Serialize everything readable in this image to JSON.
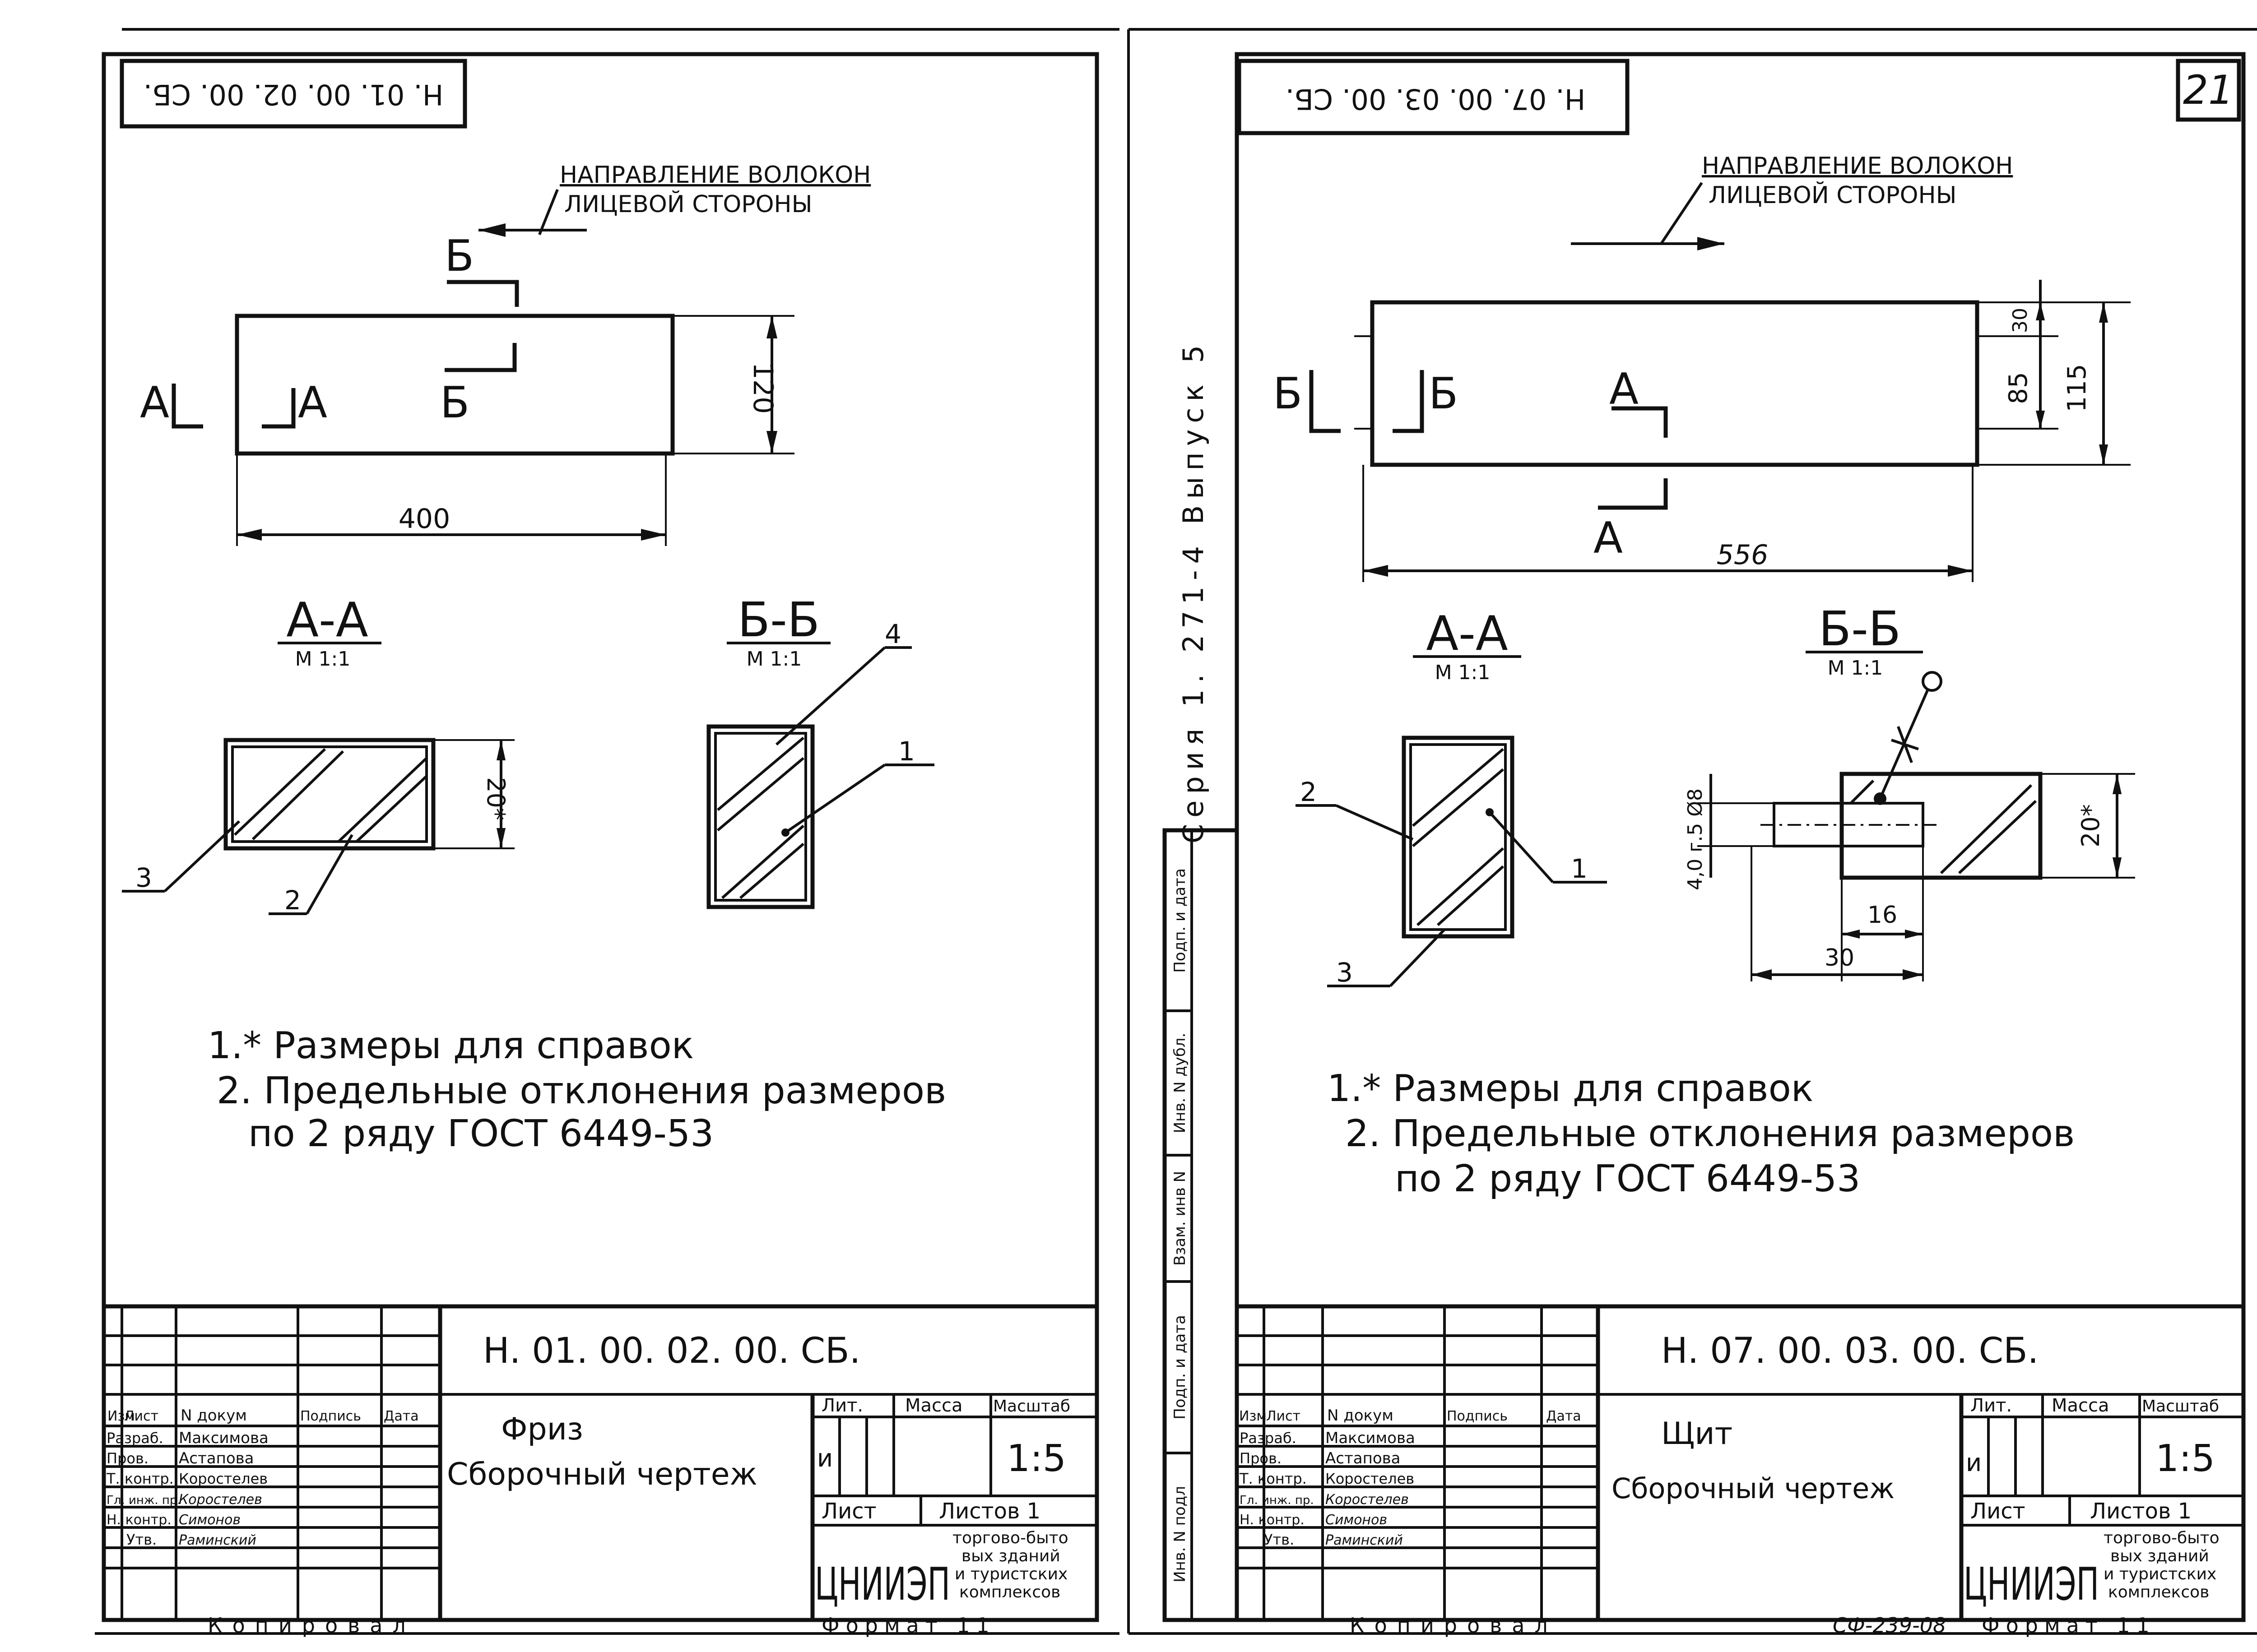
{
  "page_number": "21",
  "series_label": "Серия 1. 271-4 Выпуск 5",
  "side_stamp": [
    "Инв. N подл",
    "Подп. и дата",
    "Взам. инв N",
    "Инв. N дубл.",
    "Подп. и дата"
  ],
  "sheets": [
    {
      "top_code": "Н. 01. 00. 02. 00. СБ.",
      "fiber_label_1": "НАПРАВЛЕНИЕ ВОЛОКОН",
      "fiber_label_2": "ЛИЦЕВОЙ СТОРОНЫ",
      "dim_length": "400",
      "dim_height": "120",
      "cut_a": "А",
      "cut_b": "Б",
      "section_aa": "А-А",
      "section_bb": "Б-Б",
      "scale_aa": "М 1:1",
      "scale_bb": "М 1:1",
      "dim_thickness": "20*",
      "callouts": [
        "4",
        "1",
        "3",
        "2"
      ],
      "notes": [
        "1.* Размеры для справок",
        "2. Предельные отклонения размеров",
        "по 2 ряду ГОСТ 6449-53"
      ],
      "title_block": {
        "code": "Н. 01. 00. 02. 00. СБ.",
        "name_1": "Фриз",
        "name_2": "Сборочный чертеж",
        "col_izm": "Изм",
        "col_list": "Лист",
        "col_ndokum": "N докум",
        "col_podpis": "Подпись",
        "col_data": "Дата",
        "roles": [
          "Разраб.",
          "Пров.",
          "Т. контр.",
          "Гл. инж. пр.",
          "Н. контр.",
          "Утв."
        ],
        "people": [
          "Максимова",
          "Астапова",
          "Коростелев",
          "Коростелев",
          "Симонов",
          "Раминский"
        ],
        "lit_label": "Лит.",
        "mass_label": "Масса",
        "scale_label": "Масштаб",
        "lit_value": "и",
        "scale_value": "1:5",
        "sheet_label": "Лист",
        "sheets_label": "Листов 1",
        "org": "ЦНИИЭП",
        "org_desc": [
          "торгово-быто",
          "вых зданий",
          "и туристских",
          "комплексов"
        ],
        "copied": "Копировал",
        "format": "Формат 11"
      }
    },
    {
      "top_code": "Н. 07. 00. 03. 00. СБ.",
      "fiber_label_1": "НАПРАВЛЕНИЕ ВОЛОКОН",
      "fiber_label_2": "ЛИЦЕВОЙ СТОРОНЫ",
      "dim_length": "556",
      "dim_height": "115",
      "dim_h2": "85",
      "dim_h3": "30",
      "cut_a": "А",
      "cut_b": "Б",
      "section_aa": "А-А",
      "section_bb": "Б-Б",
      "scale_aa": "М 1:1",
      "scale_bb": "М 1:1",
      "dim_thickness": "20*",
      "dim_pin": "4,0 г.5 Ø8",
      "dim_16": "16",
      "dim_30": "30",
      "callouts": [
        "2",
        "1",
        "3"
      ],
      "notes": [
        "1.* Размеры для справок",
        "2. Предельные отклонения размеров",
        "по 2 ряду ГОСТ 6449-53"
      ],
      "title_block": {
        "code": "Н. 07. 00. 03. 00. СБ.",
        "name_1": "Щит",
        "name_2": "Сборочный чертеж",
        "col_izm": "Изм",
        "col_list": "Лист",
        "col_ndokum": "N докум",
        "col_podpis": "Подпись",
        "col_data": "Дата",
        "roles": [
          "Разраб.",
          "Пров.",
          "Т. контр.",
          "Гл. инж. пр.",
          "Н. контр.",
          "Утв."
        ],
        "people": [
          "Максимова",
          "Астапова",
          "Коростелев",
          "Коростелев",
          "Симонов",
          "Раминский"
        ],
        "lit_label": "Лит.",
        "mass_label": "Масса",
        "scale_label": "Масштаб",
        "lit_value": "и",
        "scale_value": "1:5",
        "sheet_label": "Лист",
        "sheets_label": "Листов 1",
        "org": "ЦНИИЭП",
        "org_desc": [
          "торгово-быто",
          "вых зданий",
          "и туристских",
          "комплексов"
        ],
        "copied": "Копировал",
        "format": "Формат 11",
        "stamp_code": "СФ-239-08"
      }
    }
  ]
}
